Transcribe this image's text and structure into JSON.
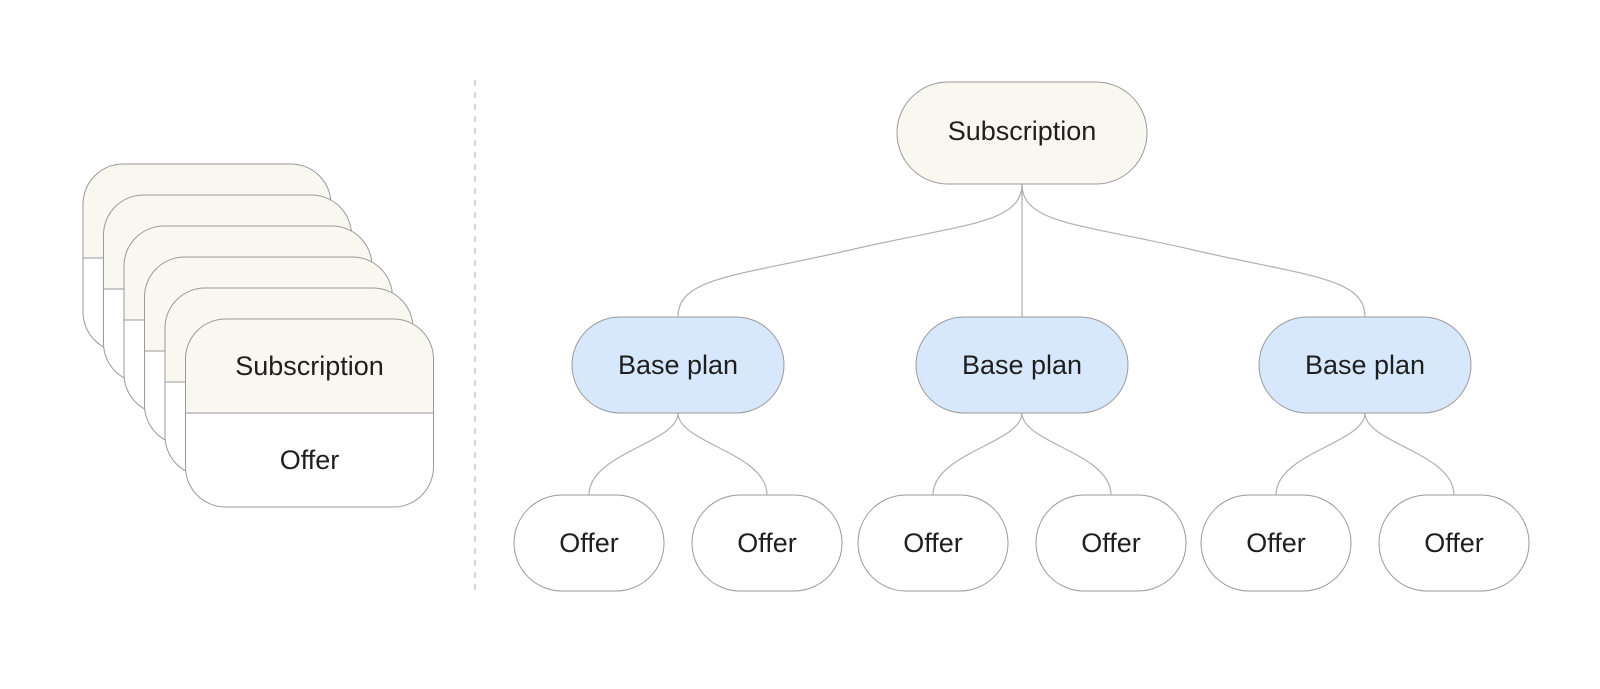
{
  "colors": {
    "subscription_fill": "#f8f7f0",
    "base_plan_fill": "#d8e8fc",
    "offer_fill": "#ffffff",
    "stroke": "#9a9a9a",
    "connector": "#b0b0b0",
    "divider": "#c8c8c8"
  },
  "stack": {
    "card_count": 6,
    "subscription_label": "Subscription",
    "offer_label": "Offer"
  },
  "tree": {
    "root_label": "Subscription",
    "base_plans": [
      {
        "label": "Base plan",
        "offers": [
          "Offer",
          "Offer"
        ]
      },
      {
        "label": "Base plan",
        "offers": [
          "Offer",
          "Offer"
        ]
      },
      {
        "label": "Base plan",
        "offers": [
          "Offer",
          "Offer"
        ]
      }
    ]
  }
}
